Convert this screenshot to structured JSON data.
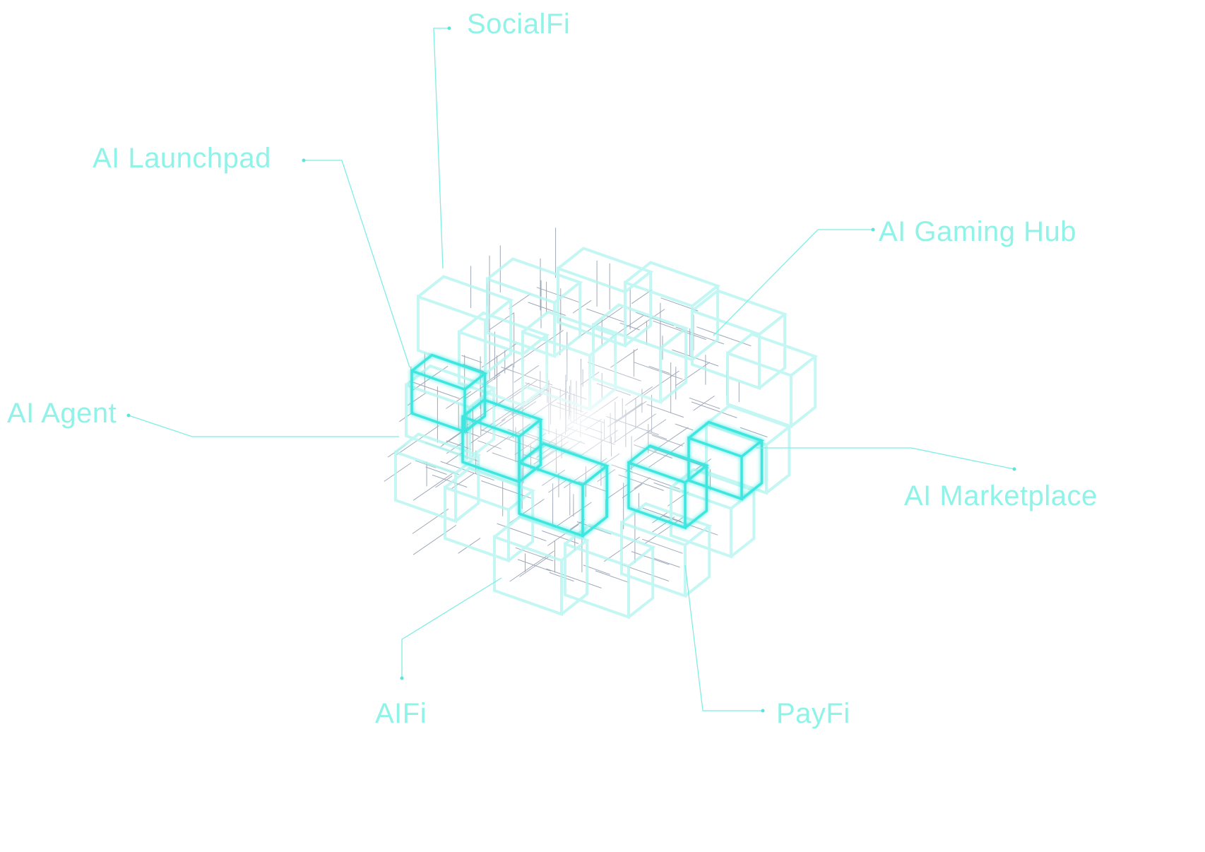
{
  "labels": {
    "socialfi": "SocialFi",
    "ai_launchpad": "AI Launchpad",
    "ai_gaming_hub": "AI Gaming Hub",
    "ai_agent": "AI Agent",
    "ai_marketplace": "AI Marketplace",
    "aifi": "AIFi",
    "payfi": "PayFi"
  },
  "colors": {
    "label": "#8ff3e8",
    "leader_line": "#7eeee4",
    "cube_glow": "#3ee7e0",
    "cube_faint": "#b6f6f1",
    "wire": "#6b7b94",
    "background": "#ffffff"
  }
}
